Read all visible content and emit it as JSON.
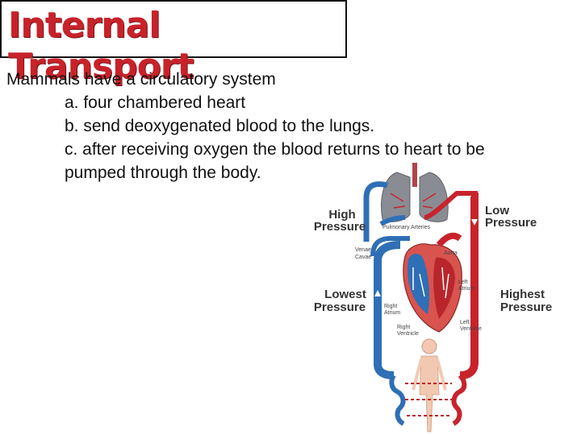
{
  "slide": {
    "title": "Internal Transport",
    "intro": "Mammals have a circulatory system",
    "points": [
      "a. four chambered heart",
      "b. send deoxygenated blood to the lungs.",
      "c. after receiving oxygen the blood returns to heart to be",
      "pumped through the body."
    ]
  },
  "diagram": {
    "labels": {
      "high_pressure": [
        "High",
        "Pressure"
      ],
      "low_pressure": [
        "Low",
        "Pressure"
      ],
      "lowest_pressure": [
        "Lowest",
        "Pressure"
      ],
      "highest_pressure": [
        "Highest",
        "Pressure"
      ],
      "pulmonary_arteries": "Pulmonary Arteries",
      "aorta": "Aorta",
      "venae_cavae": [
        "Venae",
        "Cavae"
      ],
      "left_atrium": [
        "Left",
        "Atrium"
      ],
      "right_atrium": [
        "Right",
        "Atrium"
      ],
      "left_ventricle": [
        "Left",
        "Ventricle"
      ],
      "right_ventricle": [
        "Right",
        "Ventricle"
      ]
    },
    "colors": {
      "oxygenated": "#c8232c",
      "deoxygenated": "#2f6fb5",
      "lungs": "#8a8c94",
      "heart": "#d9534f",
      "body": "#f2c9b0"
    }
  }
}
